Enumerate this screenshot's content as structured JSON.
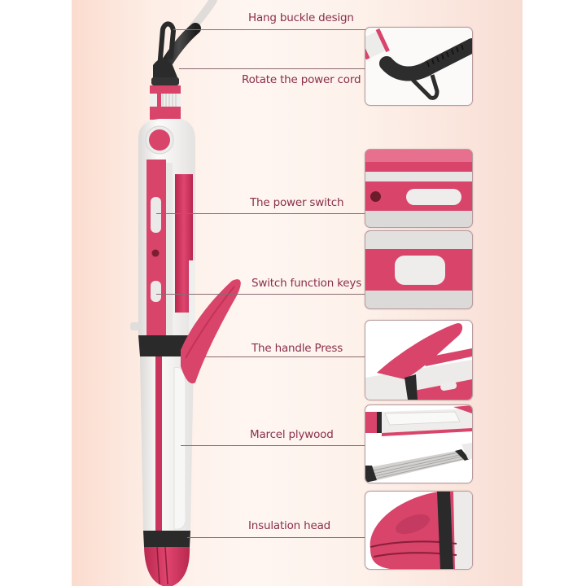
{
  "colors": {
    "accent": "#d8446a",
    "accent_dark": "#b8284f",
    "body_white": "#f2f0ee",
    "cord_black": "#2b2b2b",
    "label_text": "#8a2f4a",
    "panel_bg": "#fdeee6"
  },
  "product": {
    "name": "hair-styler-wand"
  },
  "callouts": [
    {
      "label": "Hang buckle design",
      "thumbnail": "hang-buckle-closeup"
    },
    {
      "label": "Rotate the power cord",
      "thumbnail": "hang-buckle-closeup"
    },
    {
      "label": "The power switch",
      "thumbnail": "power-switch-closeup"
    },
    {
      "label": "Switch function keys",
      "thumbnail": "function-key-closeup"
    },
    {
      "label": "The handle Press",
      "thumbnail": "handle-press-closeup"
    },
    {
      "label": "Marcel plywood",
      "thumbnail": "crimper-plates-closeup"
    },
    {
      "label": "Insulation head",
      "thumbnail": "insulation-head-closeup"
    }
  ]
}
